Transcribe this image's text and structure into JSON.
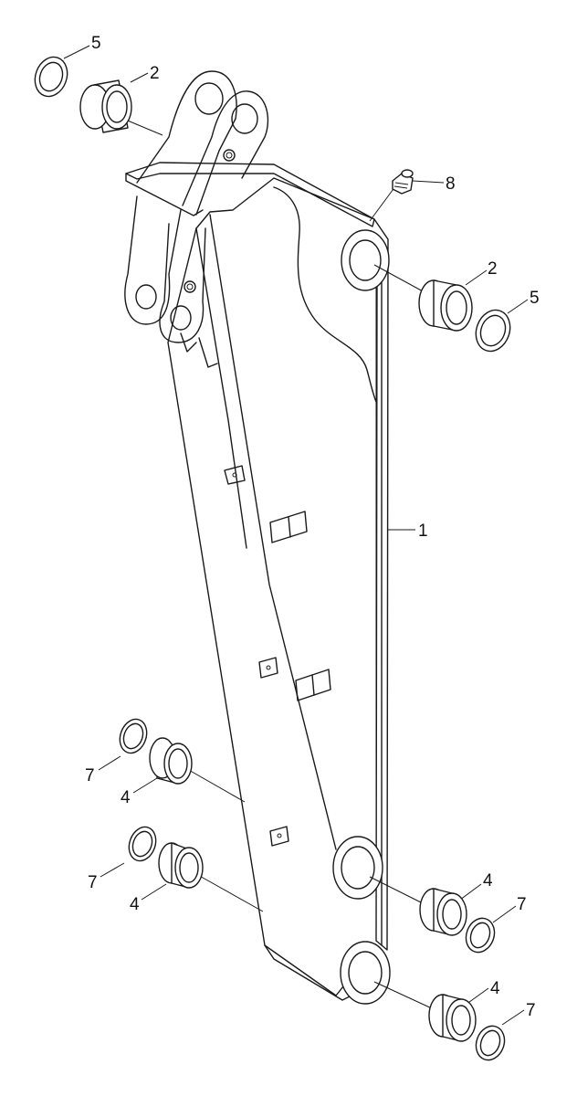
{
  "diagram": {
    "callouts": {
      "arm": "1",
      "bushing_top_left": "2",
      "bushing_top_right": "2",
      "ring_top_left": "5",
      "ring_top_right": "5",
      "grease_fitting": "8",
      "bushing_left_upper": "4",
      "bushing_left_lower": "4",
      "ring_left_upper": "7",
      "ring_left_lower": "7",
      "bushing_right_upper": "4",
      "bushing_right_lower": "4",
      "ring_right_upper": "7",
      "ring_right_lower": "7"
    }
  },
  "colors": {
    "line": "#1a1a1a",
    "background": "#ffffff"
  }
}
